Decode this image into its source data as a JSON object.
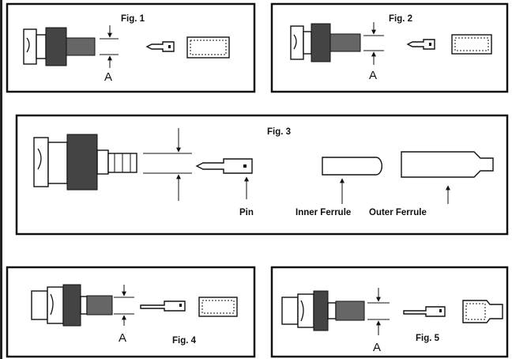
{
  "figures": {
    "fig1": {
      "title": "Fig. 1",
      "dim_label": "A"
    },
    "fig2": {
      "title": "Fig. 2",
      "dim_label": "A"
    },
    "fig3": {
      "title": "Fig. 3",
      "pin": "Pin",
      "inner_ferrule": "Inner Ferrule",
      "outer_ferrule": "Outer Ferrule"
    },
    "fig4": {
      "title": "Fig. 4",
      "dim_label": "A"
    },
    "fig5": {
      "title": "Fig. 5",
      "dim_label": "A"
    }
  }
}
